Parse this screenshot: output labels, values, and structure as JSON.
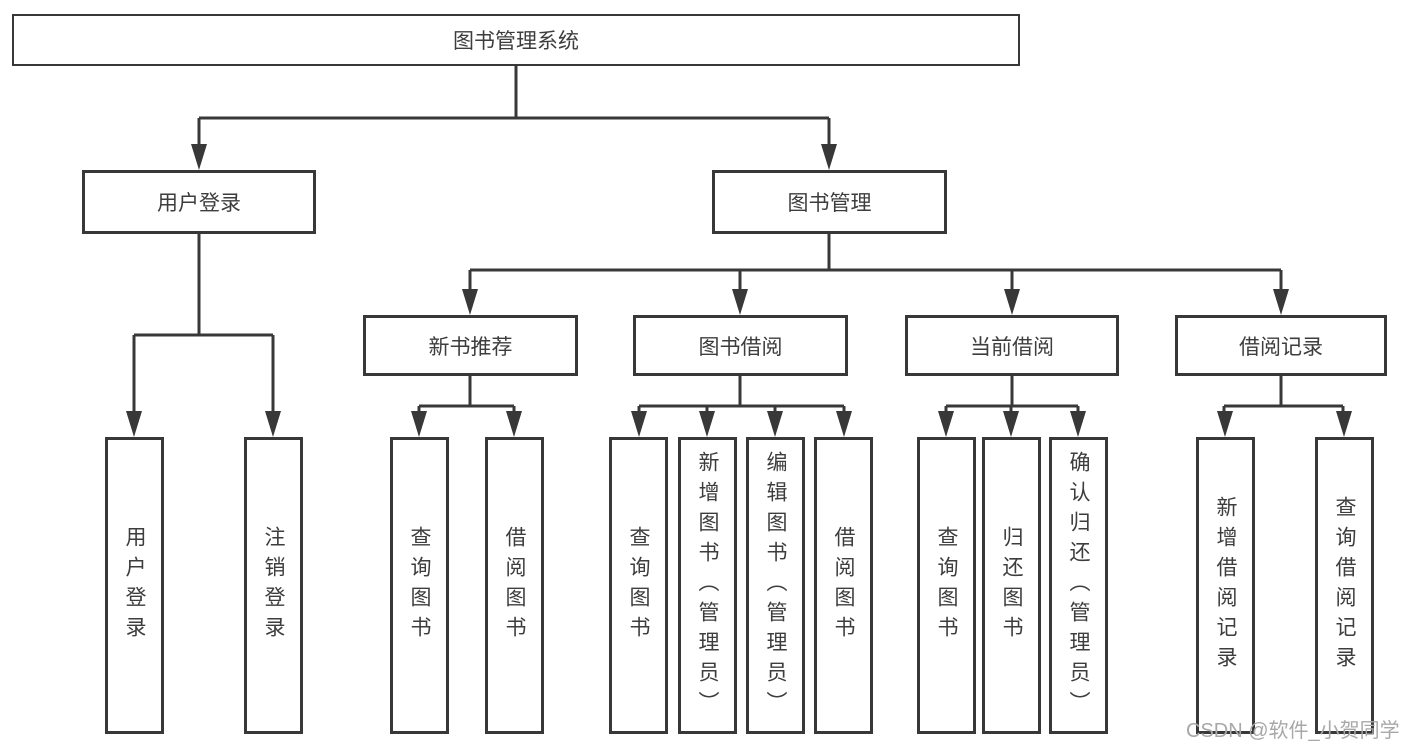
{
  "diagram": {
    "colors": {
      "line": "#383838",
      "box_border": "#383838",
      "text": "#3d3d3d",
      "background": "#ffffff",
      "watermark": "#a8a8a8"
    },
    "tree": {
      "label": "图书管理系统",
      "children": [
        {
          "label": "用户登录",
          "children": [
            {
              "label": "用户登录"
            },
            {
              "label": "注销登录"
            }
          ]
        },
        {
          "label": "图书管理",
          "children": [
            {
              "label": "新书推荐",
              "children": [
                {
                  "label": "查询图书"
                },
                {
                  "label": "借阅图书"
                }
              ]
            },
            {
              "label": "图书借阅",
              "children": [
                {
                  "label": "查询图书"
                },
                {
                  "label": "新增图书（管理员）"
                },
                {
                  "label": "编辑图书（管理员）"
                },
                {
                  "label": "借阅图书"
                }
              ]
            },
            {
              "label": "当前借阅",
              "children": [
                {
                  "label": "查询图书"
                },
                {
                  "label": "归还图书"
                },
                {
                  "label": "确认归还（管理员）"
                }
              ]
            },
            {
              "label": "借阅记录",
              "children": [
                {
                  "label": "新增借阅记录"
                },
                {
                  "label": "查询借阅记录"
                }
              ]
            }
          ]
        }
      ]
    },
    "watermark": {
      "text": "CSDN @软件_小贺同学"
    }
  }
}
